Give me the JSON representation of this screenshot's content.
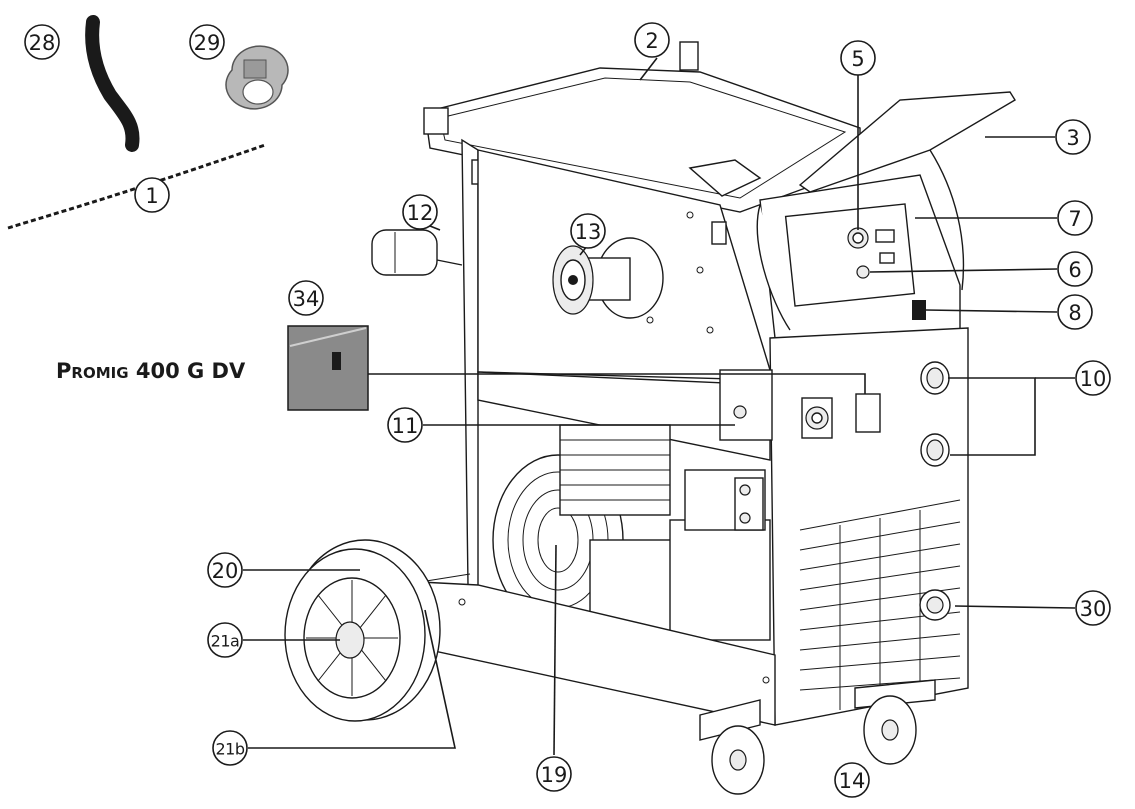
{
  "model_label": {
    "prefix_big": "P",
    "prefix_small": "ROMIG",
    "rest": " 400 G DV"
  },
  "callouts": [
    {
      "id": "c1",
      "text": "1"
    },
    {
      "id": "c2",
      "text": "2"
    },
    {
      "id": "c3",
      "text": "3"
    },
    {
      "id": "c5",
      "text": "5"
    },
    {
      "id": "c6",
      "text": "6"
    },
    {
      "id": "c7",
      "text": "7"
    },
    {
      "id": "c8",
      "text": "8"
    },
    {
      "id": "c10",
      "text": "10"
    },
    {
      "id": "c11",
      "text": "11"
    },
    {
      "id": "c12",
      "text": "12"
    },
    {
      "id": "c13",
      "text": "13"
    },
    {
      "id": "c14",
      "text": "14"
    },
    {
      "id": "c19",
      "text": "19"
    },
    {
      "id": "c20",
      "text": "20"
    },
    {
      "id": "c21a",
      "text": "21a"
    },
    {
      "id": "c21b",
      "text": "21b"
    },
    {
      "id": "c28",
      "text": "28"
    },
    {
      "id": "c29",
      "text": "29"
    },
    {
      "id": "c30",
      "text": "30"
    },
    {
      "id": "c34",
      "text": "34"
    }
  ],
  "colors": {
    "ink": "#1a1a1a",
    "inset_box": "#8a8a8a",
    "ring_accessory": "#b8b8b8"
  }
}
